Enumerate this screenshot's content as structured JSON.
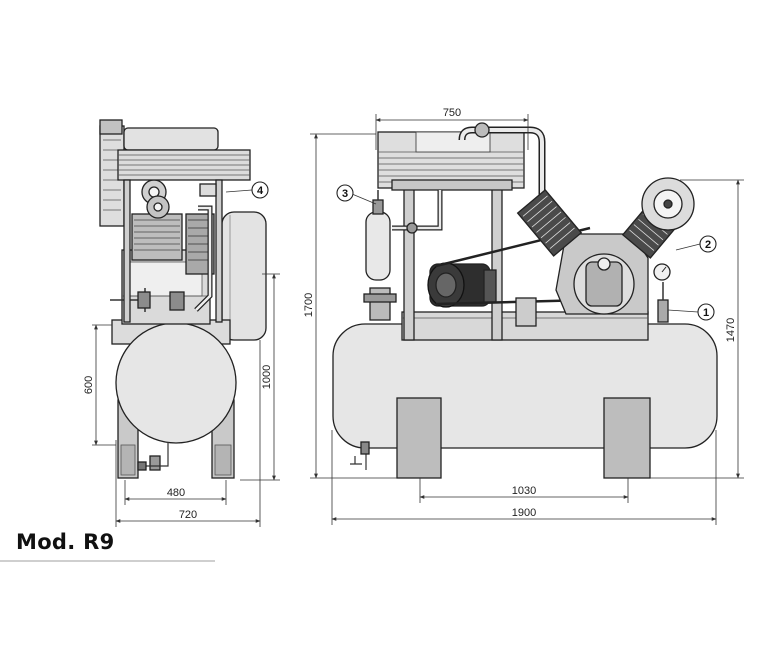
{
  "model": {
    "label": "Mod. R9"
  },
  "side_view": {
    "dimensions": {
      "width_total": "720",
      "width_feet": "480",
      "tank_diameter": "600",
      "height_tank": "1000"
    },
    "callouts": {
      "c4": "4"
    }
  },
  "front_view": {
    "dimensions": {
      "length_total": "1900",
      "feet_spacing": "1030",
      "frame_width": "750",
      "height_total": "1700",
      "height_pump": "1470"
    },
    "callouts": {
      "c1": "1",
      "c2": "2",
      "c3": "3"
    }
  },
  "colors": {
    "line": "#222222",
    "fill_light": "#e6e6e6",
    "fill_mid": "#c9c9c9",
    "fill_dark": "#9a9a9a",
    "fill_black": "#2a2a2a"
  }
}
